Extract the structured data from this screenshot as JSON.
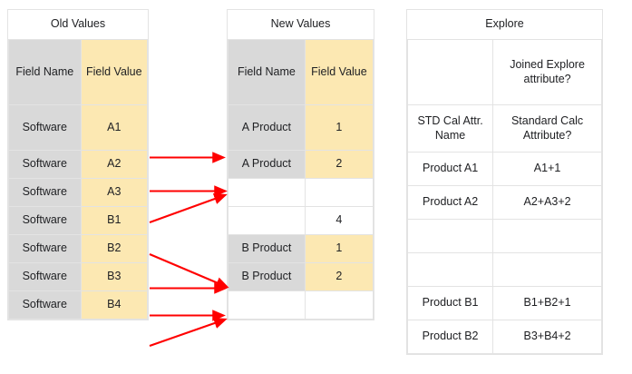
{
  "diagram": {
    "accent_arrow_color": "#ff0000",
    "header_gray": "#d9d9d9",
    "header_yellow": "#fce8b2",
    "border_color": "#e3e3e3"
  },
  "old_values": {
    "title": "Old Values",
    "columns": [
      "Field Name",
      "Field Value"
    ],
    "rows": [
      {
        "field_name": "Software",
        "field_value": "A1"
      },
      {
        "field_name": "Software",
        "field_value": "A2"
      },
      {
        "field_name": "Software",
        "field_value": "A3"
      },
      {
        "field_name": "Software",
        "field_value": "B1"
      },
      {
        "field_name": "Software",
        "field_value": "B2"
      },
      {
        "field_name": "Software",
        "field_value": "B3"
      },
      {
        "field_name": "Software",
        "field_value": "B4"
      }
    ]
  },
  "new_values": {
    "title": "New Values",
    "columns": [
      "Field Name",
      "Field Value"
    ],
    "rows": [
      {
        "field_name": "A Product",
        "field_value": "1",
        "filled": true
      },
      {
        "field_name": "A Product",
        "field_value": "2",
        "filled": true
      },
      {
        "field_name": "",
        "field_value": "",
        "filled": false
      },
      {
        "field_name": "",
        "field_value": "4",
        "filled": false
      },
      {
        "field_name": "B Product",
        "field_value": "1",
        "filled": true
      },
      {
        "field_name": "B Product",
        "field_value": "2",
        "filled": true
      },
      {
        "field_name": "",
        "field_value": "",
        "filled": false
      }
    ]
  },
  "explore": {
    "title": "Explore",
    "header_row_1": [
      "",
      "Joined Explore attribute?"
    ],
    "header_row_2": [
      "STD Cal Attr. Name",
      "Standard Calc Attribute?"
    ],
    "rows": [
      {
        "name": "Product A1",
        "calc": "A1+1"
      },
      {
        "name": "Product A2",
        "calc": "A2+A3+2"
      },
      {
        "name": "",
        "calc": ""
      },
      {
        "name": "",
        "calc": ""
      },
      {
        "name": "Product B1",
        "calc": "B1+B2+1"
      },
      {
        "name": "Product B2",
        "calc": "B3+B4+2"
      }
    ]
  },
  "arrows": [
    {
      "label": "A1-to-A-Product-1",
      "from": "A1",
      "to": "A Product 1"
    },
    {
      "label": "A2-to-A-Product-2",
      "from": "A2",
      "to": "A Product 2"
    },
    {
      "label": "A3-to-A-Product-2",
      "from": "A3",
      "to": "A Product 2"
    },
    {
      "label": "B1-to-B-Product-1",
      "from": "B1",
      "to": "B Product 1"
    },
    {
      "label": "B2-to-B-Product-1",
      "from": "B2",
      "to": "B Product 1"
    },
    {
      "label": "B3-to-B-Product-2",
      "from": "B3",
      "to": "B Product 2"
    },
    {
      "label": "B4-to-B-Product-2",
      "from": "B4",
      "to": "B Product 2"
    }
  ]
}
